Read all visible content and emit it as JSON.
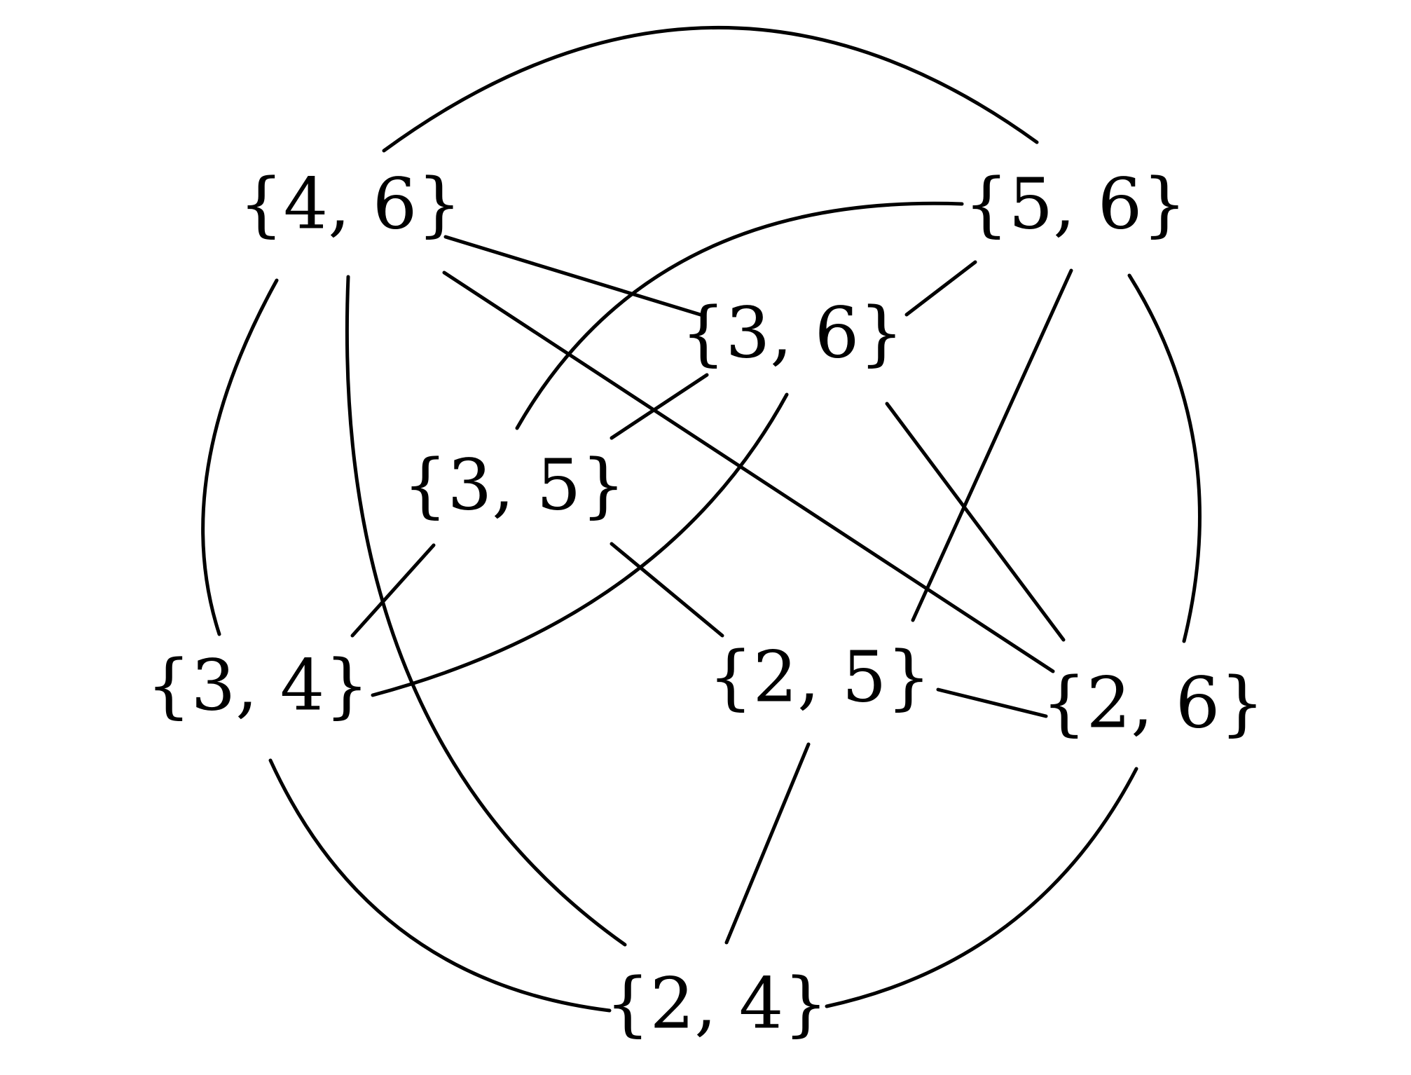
{
  "graph": {
    "nodes": {
      "n46": "{4, 6}",
      "n56": "{5, 6}",
      "n36": "{3, 6}",
      "n35": "{3, 5}",
      "n34": "{3, 4}",
      "n25": "{2, 5}",
      "n26": "{2, 6}",
      "n24": "{2, 4}"
    },
    "edges": [
      {
        "from": "{4, 6}",
        "to": "{5, 6}"
      },
      {
        "from": "{4, 6}",
        "to": "{3, 4}"
      },
      {
        "from": "{4, 6}",
        "to": "{3, 6}"
      },
      {
        "from": "{4, 6}",
        "to": "{2, 6}"
      },
      {
        "from": "{4, 6}",
        "to": "{2, 4}"
      },
      {
        "from": "{5, 6}",
        "to": "{3, 5}"
      },
      {
        "from": "{5, 6}",
        "to": "{3, 6}"
      },
      {
        "from": "{5, 6}",
        "to": "{2, 5}"
      },
      {
        "from": "{5, 6}",
        "to": "{2, 6}"
      },
      {
        "from": "{3, 6}",
        "to": "{3, 5}"
      },
      {
        "from": "{3, 6}",
        "to": "{3, 4}"
      },
      {
        "from": "{3, 6}",
        "to": "{2, 6}"
      },
      {
        "from": "{3, 5}",
        "to": "{3, 4}"
      },
      {
        "from": "{3, 5}",
        "to": "{2, 5}"
      },
      {
        "from": "{3, 4}",
        "to": "{2, 4}"
      },
      {
        "from": "{2, 5}",
        "to": "{2, 6}"
      },
      {
        "from": "{2, 5}",
        "to": "{2, 4}"
      },
      {
        "from": "{2, 6}",
        "to": "{2, 4}"
      }
    ]
  }
}
